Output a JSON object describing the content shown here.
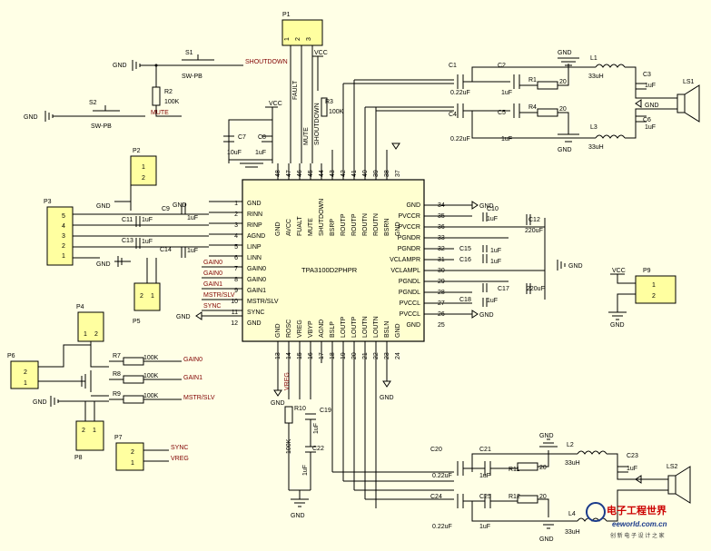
{
  "ic": {
    "name": "TPA3100D2PHPR",
    "left_pins": [
      {
        "num": "1",
        "name": "GND"
      },
      {
        "num": "2",
        "name": "RINN"
      },
      {
        "num": "3",
        "name": "RINP"
      },
      {
        "num": "4",
        "name": "AGND"
      },
      {
        "num": "5",
        "name": "LINP"
      },
      {
        "num": "6",
        "name": "LINN"
      },
      {
        "num": "7",
        "name": "GAIN0"
      },
      {
        "num": "8",
        "name": "GAIN0"
      },
      {
        "num": "9",
        "name": "GAIN1"
      },
      {
        "num": "10",
        "name": "MSTR/SLV"
      },
      {
        "num": "11",
        "name": "SYNC"
      },
      {
        "num": "12",
        "name": "GND"
      }
    ],
    "right_pins": [
      {
        "num": "34",
        "name": "GND"
      },
      {
        "num": "35",
        "name": "PVCCR"
      },
      {
        "num": "36",
        "name": "PVCCR"
      },
      {
        "num": "33",
        "name": "PGNDR"
      },
      {
        "num": "32",
        "name": "PGNDR"
      },
      {
        "num": "31",
        "name": "VCLAMPR"
      },
      {
        "num": "30",
        "name": "VCLAMPL"
      },
      {
        "num": "29",
        "name": "PGNDL"
      },
      {
        "num": "28",
        "name": "PGNDL"
      },
      {
        "num": "27",
        "name": "PVCCL"
      },
      {
        "num": "26",
        "name": "PVCCL"
      },
      {
        "num": "25",
        "name": "GND"
      }
    ],
    "top_pins": [
      {
        "num": "48",
        "name": "GND"
      },
      {
        "num": "47",
        "name": "AVCC"
      },
      {
        "num": "46",
        "name": "FUALT"
      },
      {
        "num": "45",
        "name": "MUTE"
      },
      {
        "num": "44",
        "name": "SHUTDOWN"
      },
      {
        "num": "43",
        "name": "BSRP"
      },
      {
        "num": "42",
        "name": "ROUTP"
      },
      {
        "num": "41",
        "name": "ROUTP"
      },
      {
        "num": "40",
        "name": "ROUTN"
      },
      {
        "num": "39",
        "name": "ROUTN"
      },
      {
        "num": "38",
        "name": "BSRN"
      },
      {
        "num": "37",
        "name": "GND"
      }
    ],
    "bottom_pins": [
      {
        "num": "13",
        "name": "GND"
      },
      {
        "num": "14",
        "name": "ROSC"
      },
      {
        "num": "15",
        "name": "VREG"
      },
      {
        "num": "16",
        "name": "VBYP"
      },
      {
        "num": "17",
        "name": "AGND"
      },
      {
        "num": "18",
        "name": "BSLP"
      },
      {
        "num": "19",
        "name": "LOUTP"
      },
      {
        "num": "20",
        "name": "LOUTP"
      },
      {
        "num": "21",
        "name": "LOUTN"
      },
      {
        "num": "22",
        "name": "LOUTN"
      },
      {
        "num": "23",
        "name": "BSLN"
      },
      {
        "num": "24",
        "name": "GND"
      }
    ]
  },
  "labels": {
    "gnd": "GND",
    "vcc": "VCC",
    "shutdown": "SHOUTDOWN",
    "mute": "MUTE",
    "fault": "FAULT",
    "shutdown_v": "SHOUTDOWN",
    "mute_v": "MUTE",
    "gain0": "GAIN0",
    "gain1": "GAIN1",
    "mstr": "MSTR/SLV",
    "sync": "SYNC",
    "vreg": "VREG",
    "gain0_net": "GAIN0",
    "gain0b_net": "GAIN0",
    "gain1_net": "GAIN1",
    "mstr_net": "MSTR/SLV",
    "sync_net": "SYNC",
    "vreg_v": "VREG"
  },
  "components": {
    "S1": "S1",
    "S2": "S2",
    "swpb": "SW-PB",
    "R2": "R2",
    "R2v": "100K",
    "R3": "R3",
    "R3v": "100K",
    "P1": "P1",
    "P2": "P2",
    "P3": "P3",
    "P4": "P4",
    "P5": "P5",
    "P6": "P6",
    "P7": "P7",
    "P8": "P8",
    "P9": "P9",
    "C1": "C1",
    "C2": "C2",
    "C4": "C4",
    "C5": "C5",
    "C3": "C3",
    "C6": "C6",
    "C7": "C7",
    "C8": "C8",
    "C9": "C9",
    "C10": "C10",
    "C11": "C11",
    "C12": "C12",
    "C13": "C13",
    "C14": "C14",
    "C15": "C15",
    "C16": "C16",
    "C17": "C17",
    "C18": "C18",
    "C19": "C19",
    "C20": "C20",
    "C21": "C21",
    "C22": "C22",
    "C23": "C23",
    "C24": "C24",
    "C25": "C25",
    "R1": "R1",
    "R4": "R4",
    "R7": "R7",
    "R8": "R8",
    "R9": "R9",
    "R10": "R10",
    "R11": "R11",
    "R12": "R12",
    "L1": "L1",
    "L2": "L2",
    "L3": "L3",
    "L4": "L4",
    "LS1": "LS1",
    "LS2": "LS2",
    "v022": "0.22uF",
    "v1u": "1uF",
    "v20": "20",
    "v33": "33uH",
    "v100k": "100K",
    "v10u": "10uF",
    "v220": "220uF",
    "v100kr": "100K"
  },
  "logo": {
    "title": "电子工程世界",
    "site": "eeworld.com.cn",
    "sub": "创 新 电 子 设 计 之 家"
  },
  "colors": {
    "background": "#ffffe6",
    "wire": "#000000",
    "ic_fill": "#ffffd0",
    "net_label": "#800000",
    "logo_red": "#cc0000"
  }
}
